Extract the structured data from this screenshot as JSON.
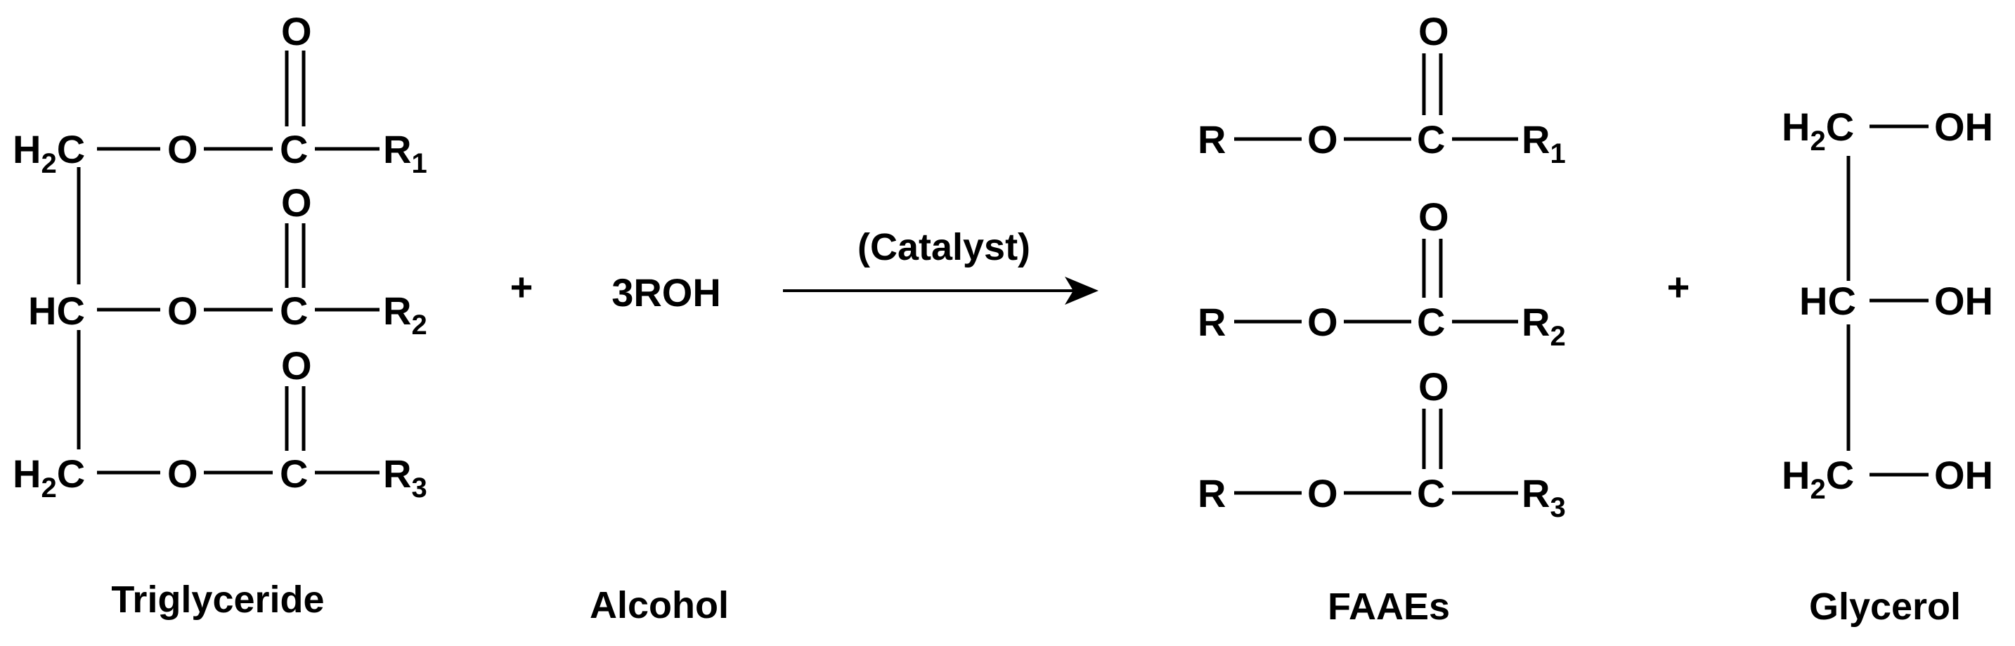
{
  "triglyceride": {
    "rows": [
      {
        "lead": "H",
        "lead_sub": "2",
        "lead_tail": "C",
        "ester_o": "O",
        "carbonyl_c": "C",
        "carbonyl_o": "O",
        "r": "R",
        "r_sub": "1"
      },
      {
        "lead": "HC",
        "lead_sub": "",
        "lead_tail": "",
        "ester_o": "O",
        "carbonyl_c": "C",
        "carbonyl_o": "O",
        "r": "R",
        "r_sub": "2"
      },
      {
        "lead": "H",
        "lead_sub": "2",
        "lead_tail": "C",
        "ester_o": "O",
        "carbonyl_c": "C",
        "carbonyl_o": "O",
        "r": "R",
        "r_sub": "3"
      }
    ],
    "label": "Triglyceride"
  },
  "plus_1": "+",
  "alcohol": {
    "formula": "3ROH",
    "label": "Alcohol"
  },
  "arrow": {
    "condition": "(Catalyst)"
  },
  "faaes": {
    "rows": [
      {
        "r_left": "R",
        "ester_o": "O",
        "carbonyl_c": "C",
        "carbonyl_o": "O",
        "r": "R",
        "r_sub": "1"
      },
      {
        "r_left": "R",
        "ester_o": "O",
        "carbonyl_c": "C",
        "carbonyl_o": "O",
        "r": "R",
        "r_sub": "2"
      },
      {
        "r_left": "R",
        "ester_o": "O",
        "carbonyl_c": "C",
        "carbonyl_o": "O",
        "r": "R",
        "r_sub": "3"
      }
    ],
    "label": "FAAEs"
  },
  "plus_2": "+",
  "glycerol": {
    "rows": [
      {
        "lead": "H",
        "lead_sub": "2",
        "lead_tail": "C",
        "oh": "OH"
      },
      {
        "lead": "HC",
        "lead_sub": "",
        "lead_tail": "",
        "oh": "OH"
      },
      {
        "lead": "H",
        "lead_sub": "2",
        "lead_tail": "C",
        "oh": "OH"
      }
    ],
    "label": "Glycerol"
  }
}
